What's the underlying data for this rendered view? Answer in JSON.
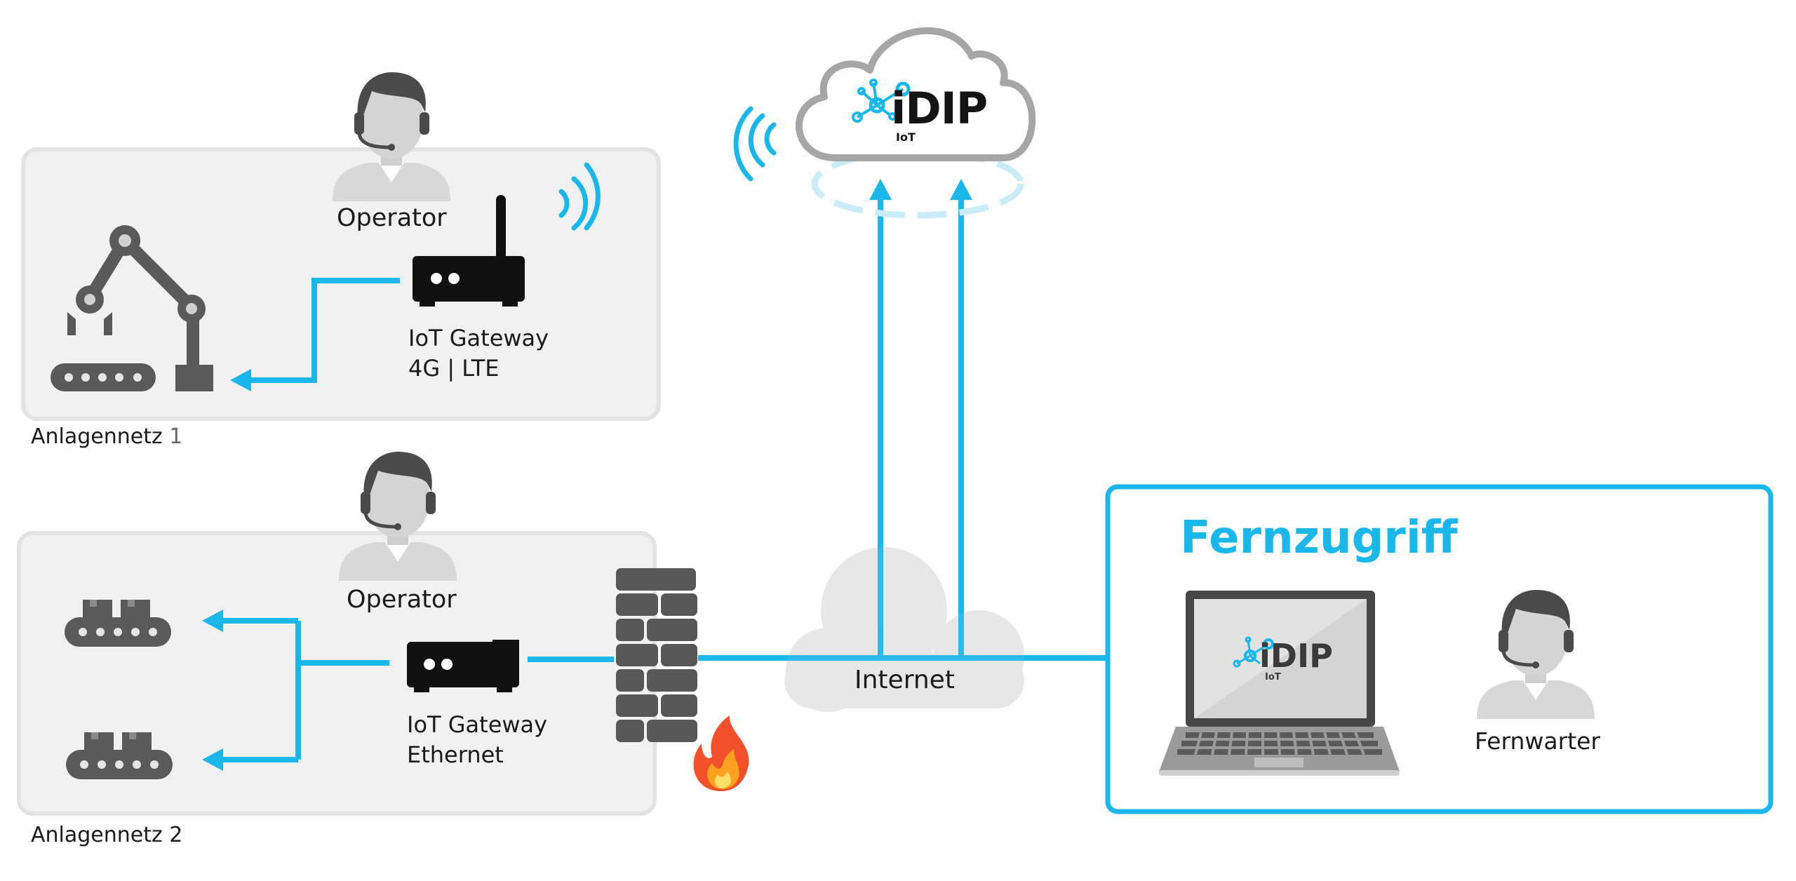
{
  "zone1": {
    "label_prefix": "Anlagennetz ",
    "label_number": "1",
    "operator": "Operator",
    "gateway_line1": "IoT Gateway",
    "gateway_line2": "4G | LTE"
  },
  "zone2": {
    "label": "Anlagennetz 2",
    "operator": "Operator",
    "gateway_line1": "IoT Gateway",
    "gateway_line2": "Ethernet"
  },
  "cloud": {
    "logo": "iDIP",
    "logo_sub": "IoT"
  },
  "internet": {
    "label": "Internet"
  },
  "remote": {
    "title": "Fernzugriff",
    "user": "Fernwarter",
    "logo": "iDIP",
    "logo_sub": "IoT"
  },
  "colors": {
    "accent": "#1ab7ea",
    "zone_bg": "#f1f1f1",
    "zone_border": "#e3e3e3",
    "icon_dark": "#555555",
    "person_light": "#d6d6d6",
    "person_dark": "#4a4a4a"
  },
  "icons": [
    "robot-arm-icon",
    "conveyor-icon",
    "router-icon",
    "operator-icon",
    "firewall-icon",
    "fire-icon",
    "cloud-icon",
    "wifi-icon",
    "laptop-icon"
  ]
}
